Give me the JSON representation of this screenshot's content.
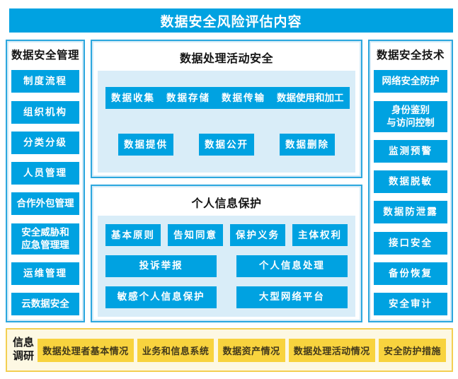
{
  "title": "数据安全风险评估内容",
  "colors": {
    "accent_blue": "#00A2E1",
    "panel_border_blue": "#2CA7DE",
    "panel_inner_blue": "#D9EDF8",
    "band_border_yellow": "#F3CF52",
    "band_fill_yellow": "#FDF8E3",
    "button_yellow": "#F8D33E",
    "text_on_blue": "#FFFFFF",
    "text_dark": "#141414"
  },
  "left_panel": {
    "title": "数据安全管理",
    "items": [
      "制度流程",
      "组织机构",
      "分类分级",
      "人员管理",
      "合作外包管理",
      "安全威胁和\n应急管理理",
      "运维管理",
      "云数据安全"
    ]
  },
  "center_top": {
    "title": "数据处理活动安全",
    "rows": [
      [
        "数据收集",
        "数据存储",
        "数据传输",
        "数据使用和加工"
      ],
      [
        "数据提供",
        "数据公开",
        "数据删除"
      ]
    ]
  },
  "center_bottom": {
    "title": "个人信息保护",
    "rows": [
      [
        "基本原则",
        "告知同意",
        "保护义务",
        "主体权利"
      ],
      [
        "投诉举报",
        "个人信息处理"
      ],
      [
        "敏感个人信息保护",
        "大型网络平台"
      ]
    ]
  },
  "right_panel": {
    "title": "数据安全技术",
    "items": [
      "网络安全防护",
      "身份鉴别\n与访问控制",
      "监测预警",
      "数据脱敏",
      "数据防泄露",
      "接口安全",
      "备份恢复",
      "安全审计"
    ]
  },
  "bottom_panel": {
    "title": "信息\n调研",
    "items": [
      "数据处理者基本情况",
      "业务和信息系统",
      "数据资产情况",
      "数据处理活动情况",
      "安全防护措施"
    ]
  }
}
